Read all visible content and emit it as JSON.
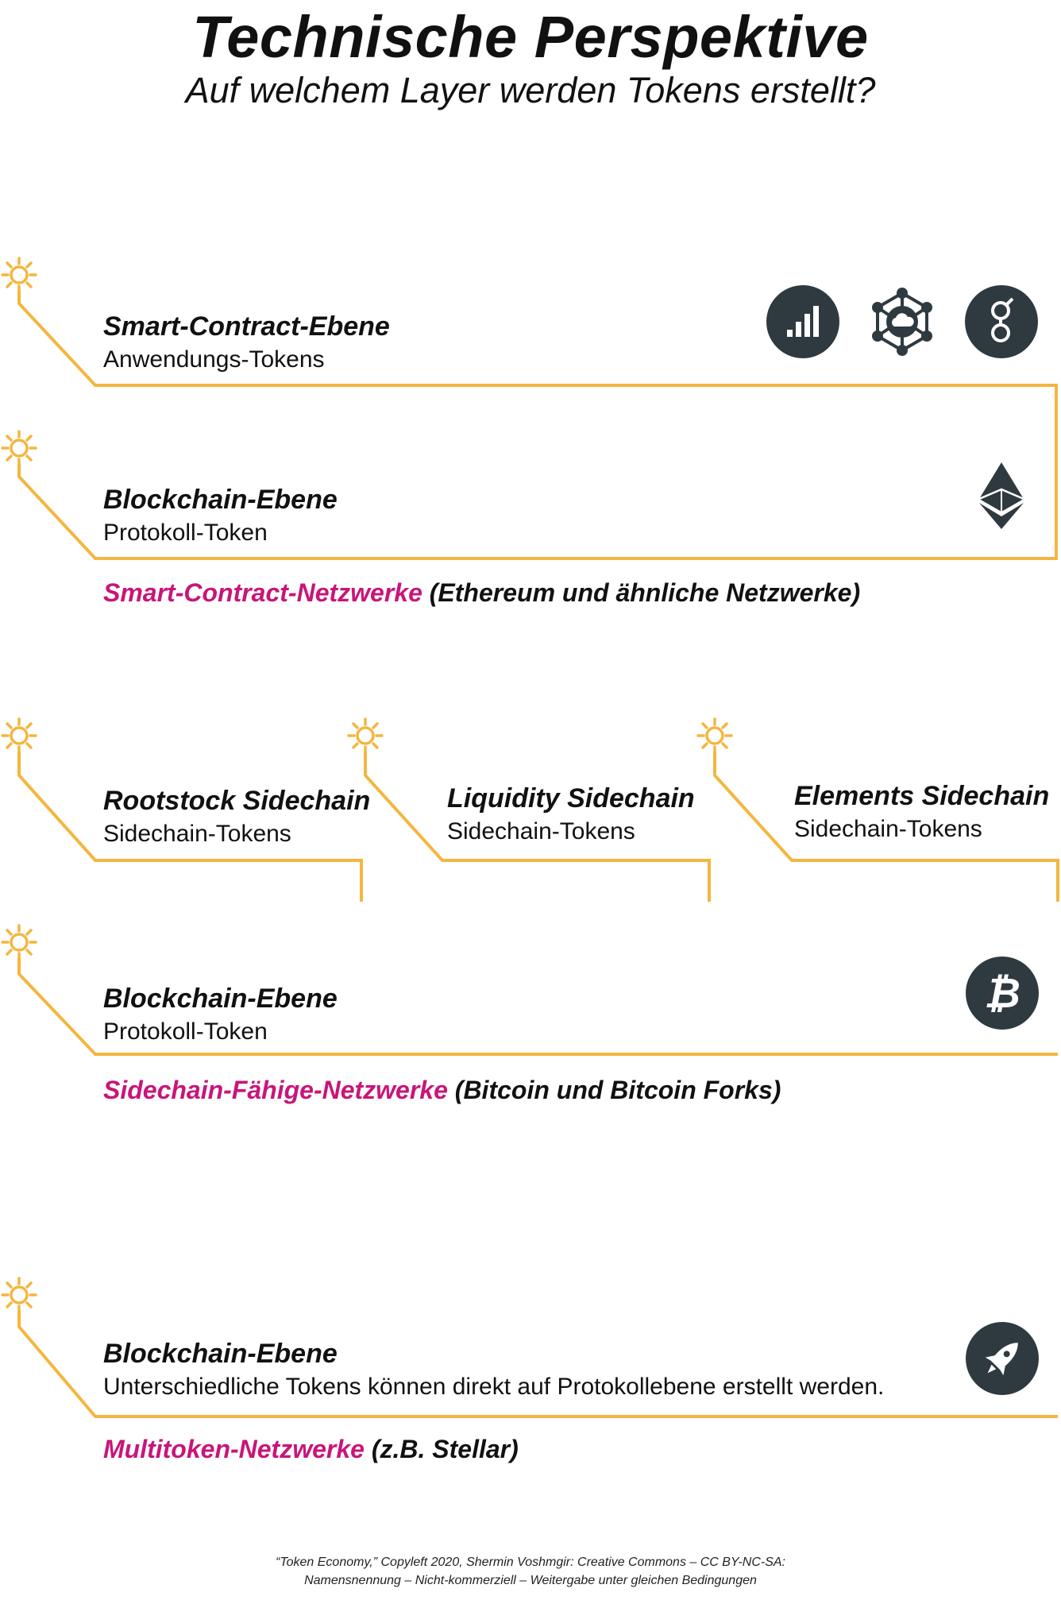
{
  "header": {
    "title": "Technische Perspektive",
    "subtitle": "Auf welchem Layer werden Tokens erstellt?"
  },
  "colors": {
    "line": "#f4b63f",
    "accent": "#c8157a",
    "icon_dark": "#2f3a40"
  },
  "sections": [
    {
      "layers": [
        {
          "title": "Smart-Contract-Ebene",
          "subtitle": "Anwendungs-Tokens",
          "icons": [
            "bar-chart-icon",
            "cloud-network-icon",
            "golem-icon"
          ]
        },
        {
          "title": "Blockchain-Ebene",
          "subtitle": "Protokoll-Token",
          "icons": [
            "ethereum-icon"
          ]
        }
      ],
      "network": {
        "name": "Smart-Contract-Netzwerke",
        "detail": "(Ethereum und ähnliche Netzwerke)"
      }
    },
    {
      "sidechains": [
        {
          "title": "Rootstock Sidechain",
          "subtitle": "Sidechain-Tokens"
        },
        {
          "title": "Liquidity Sidechain",
          "subtitle": "Sidechain-Tokens"
        },
        {
          "title": "Elements Sidechain",
          "subtitle": "Sidechain-Tokens"
        }
      ],
      "layers": [
        {
          "title": "Blockchain-Ebene",
          "subtitle": "Protokoll-Token",
          "icons": [
            "bitcoin-icon"
          ]
        }
      ],
      "network": {
        "name": "Sidechain-Fähige-Netzwerke",
        "detail": "(Bitcoin und Bitcoin Forks)"
      }
    },
    {
      "layers": [
        {
          "title": "Blockchain-Ebene",
          "subtitle": "Unterschiedliche Tokens können direkt auf Protokollebene erstellt werden.",
          "icons": [
            "rocket-icon"
          ]
        }
      ],
      "network": {
        "name": "Multitoken-Netzwerke",
        "detail": "(z.B. Stellar)"
      }
    }
  ],
  "footer": {
    "line1": "“Token Economy,” Copyleft 2020, Shermin Voshmgir: Creative Commons – CC BY-NC-SA:",
    "line2": "Namensnennung – Nicht-kommerziell – Weitergabe unter gleichen Bedingungen"
  }
}
